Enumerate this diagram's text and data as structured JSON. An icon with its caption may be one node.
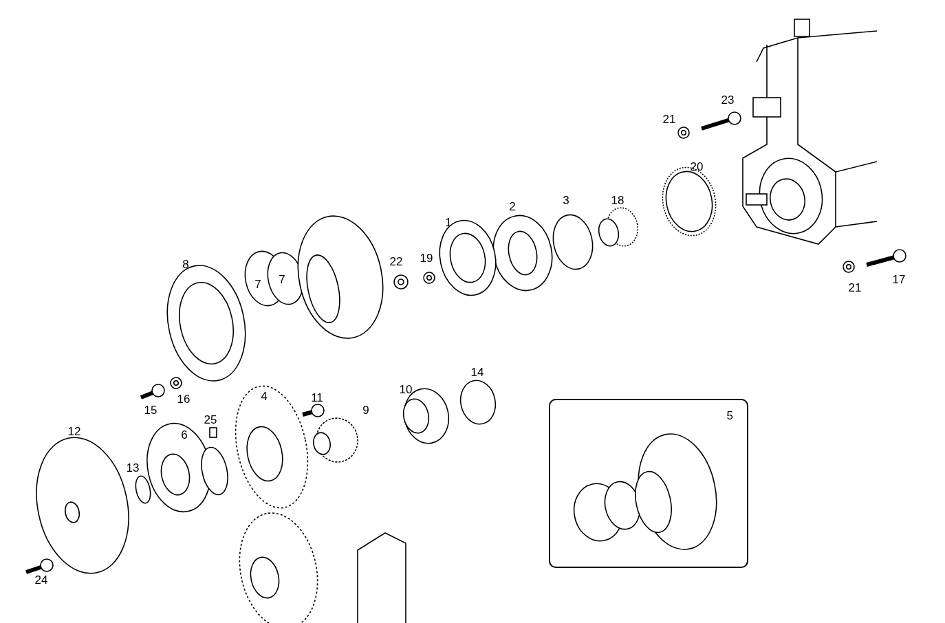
{
  "diagram": {
    "nodes": [
      {
        "text": [
          "5"
        ]
      }
    ],
    "edges": [],
    "labels": [
      "23",
      "21",
      "20",
      "18",
      "3",
      "2",
      "1",
      "19",
      "22",
      "8",
      "7",
      "7",
      "17",
      "21",
      "14",
      "11",
      "4",
      "9",
      "10",
      "16",
      "15",
      "25",
      "12",
      "6",
      "13",
      "24"
    ]
  }
}
